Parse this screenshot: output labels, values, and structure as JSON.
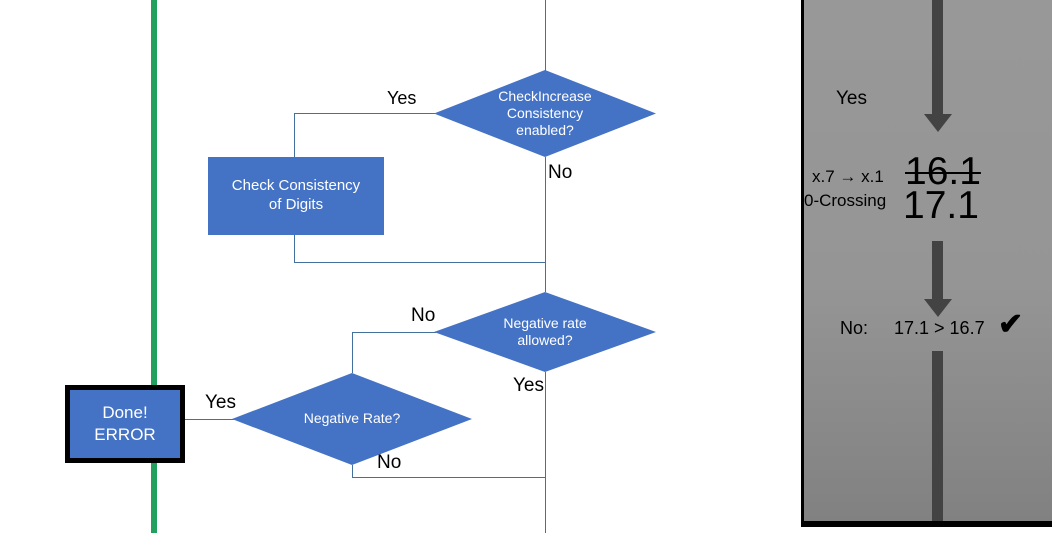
{
  "diagram": {
    "title_hidden": "",
    "colors": {
      "node_fill": "#4472C4",
      "node_text": "#FFFFFF",
      "connector": "#41719C",
      "divider_green": "#21A05E",
      "panel_bg": "#959595",
      "arrow": "#434343",
      "terminator_border": "#000000"
    },
    "nodes": {
      "check_increase": {
        "line1": "CheckIncrease",
        "line2": "Consistency",
        "line3": "enabled?"
      },
      "check_consistency": {
        "line1": "Check Consistency",
        "line2": "of Digits"
      },
      "negative_rate_allowed": {
        "line1": "Negative rate",
        "line2": "allowed?"
      },
      "negative_rate": {
        "line1": "Negative Rate?"
      },
      "done_error": {
        "line1": "Done!",
        "line2": "ERROR"
      }
    },
    "edge_labels": {
      "check_increase_yes": "Yes",
      "check_increase_no": "No",
      "negative_allowed_no": "No",
      "negative_allowed_yes": "Yes",
      "negative_rate_yes": "Yes",
      "negative_rate_no": "No"
    }
  },
  "panel": {
    "yes_label": "Yes",
    "rule_label": "x.7 → x.1",
    "crossing_label": "0-Crossing",
    "value_struck": "16.1",
    "value_current": "17.1",
    "result_prefix": "No:",
    "result_comparison": "17.1 > 16.7",
    "result_check_icon": "✔"
  }
}
